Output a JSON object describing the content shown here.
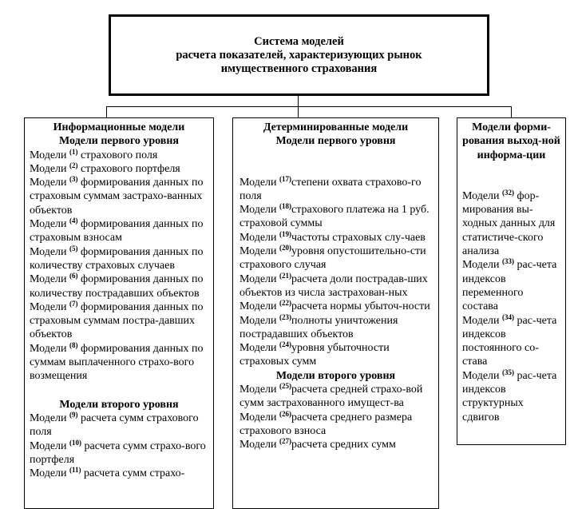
{
  "top_box": {
    "lines": [
      "Система моделей",
      "расчета показателей, характеризующих рынок",
      "имущественного страхования"
    ]
  },
  "col1": {
    "head1": "Информационные модели",
    "head2": "Модели первого уровня",
    "items": [
      {
        "pre": "Модели ",
        "num": "(1)",
        "text": " страхового поля"
      },
      {
        "pre": "Модели ",
        "num": "(2)",
        "text": " страхового портфеля"
      },
      {
        "pre": "Модели ",
        "num": "(3)",
        "text": " формирования данных по страховым суммам застрахо-ванных объектов"
      },
      {
        "pre": "Модели ",
        "num": "(4)",
        "text": " формирования данных по страховым взносам"
      },
      {
        "pre": "Модели ",
        "num": "(5)",
        "text": " формирования данных по количеству страховых случаев"
      },
      {
        "pre": "Модели ",
        "num": "(6)",
        "text": " формирования данных по количеству пострадавших объектов"
      },
      {
        "pre": "Модели ",
        "num": "(7)",
        "text": " формирования данных по страховым суммам постра-давших объектов"
      },
      {
        "pre": "Модели ",
        "num": "(8)",
        "text": " формирования данных по суммам выплаченного страхо-вого возмещения"
      }
    ],
    "head3": "Модели второго уровня",
    "items2": [
      {
        "pre": "Модели ",
        "num": "(9)",
        "text": " расчета сумм страхового поля"
      },
      {
        "pre": "Модели ",
        "num": "(10)",
        "text": " расчета сумм страхо-вого портфеля"
      },
      {
        "pre": "Модели ",
        "num": "(11)",
        "text": " расчета сумм страхо-"
      }
    ]
  },
  "col2": {
    "head1": "Детерминированные модели",
    "head2": "Модели первого уровня",
    "items": [
      {
        "pre": "Модели ",
        "num": "(17)",
        "text": "степени охвата страхово-го поля"
      },
      {
        "pre": "Модели ",
        "num": "(18)",
        "text": "страхового платежа на 1 руб. страховой суммы"
      },
      {
        "pre": "Модели ",
        "num": "(19)",
        "text": "частоты страховых слу-чаев"
      },
      {
        "pre": "Модели ",
        "num": "(20)",
        "text": "уровня опустошительно-сти страхового случая"
      },
      {
        "pre": "Модели ",
        "num": "(21)",
        "text": "расчета доли пострадав-ших объектов из числа застрахован-ных"
      },
      {
        "pre": "Модели ",
        "num": "(22)",
        "text": "расчета нормы убыточ-ности"
      },
      {
        "pre": "Модели ",
        "num": "(23)",
        "text": "полноты уничтожения пострадавших объектов"
      },
      {
        "pre": "Модели ",
        "num": "(24)",
        "text": "уровня убыточности страховых сумм"
      }
    ],
    "head3": "Модели второго уровня",
    "items2": [
      {
        "pre": "Модели ",
        "num": "(25)",
        "text": "расчета средней страхо-вой сумм застрахованного имущест-ва"
      },
      {
        "pre": "Модели ",
        "num": "(26)",
        "text": "расчета среднего размера страхового взноса"
      },
      {
        "pre": "Модели ",
        "num": "(27)",
        "text": "расчета средних сумм"
      }
    ]
  },
  "col3": {
    "head1": "Модели форми-рования выход-ной информа-ции",
    "items": [
      {
        "pre": "Модели ",
        "num": "(32)",
        "text": " фор-мирования вы-ходных данных для статистиче-ского анализа"
      },
      {
        "pre": "Модели ",
        "num": "(33)",
        "text": " рас-чета индексов переменного состава"
      },
      {
        "pre": "Модели ",
        "num": "(34)",
        "text": " рас-чета индексов постоянного со-става"
      },
      {
        "pre": "Модели ",
        "num": "(35)",
        "text": " рас-чета индексов структурных сдвигов"
      }
    ]
  }
}
